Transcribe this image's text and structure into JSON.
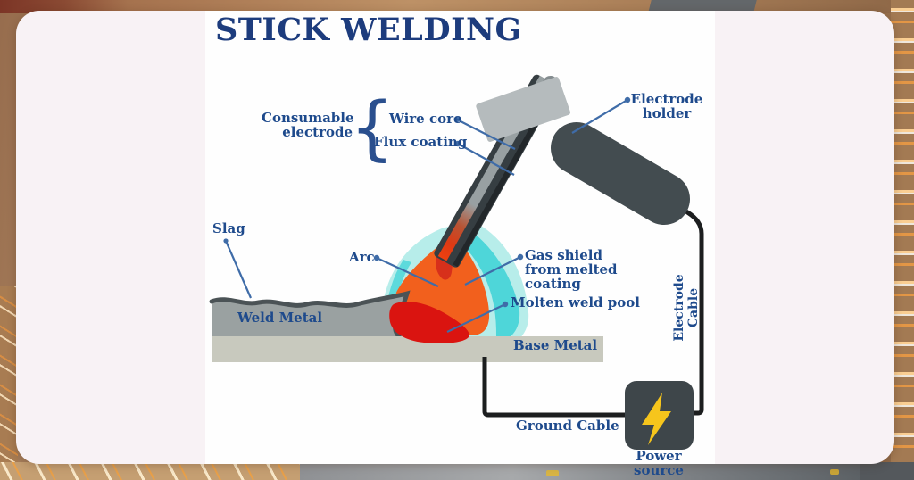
{
  "title": "STICK WELDING",
  "labels": {
    "consumable_electrode": "Consumable electrode",
    "brace": "{",
    "wire_core": "Wire core",
    "flux_coating": "Flux coating",
    "electrode_holder": "Electrode holder",
    "slag": "Slag",
    "arc": "Arc",
    "gas_shield": "Gas shield from melted coating",
    "molten_weld_pool": "Molten weld pool",
    "weld_metal": "Weld Metal",
    "base_metal": "Base Metal",
    "electrode_cable": "Electrode Cable",
    "ground_cable": "Ground Cable",
    "power_source": "Power source"
  },
  "colors": {
    "title_navy": "#1d3c7d",
    "label_navy": "#1e4a8c",
    "leader_blue": "#3f6ca8",
    "arc_orange": "#f2601d",
    "molten_red": "#da1410",
    "gas_shield_cyan": "#b7edea",
    "gas_shield_deep_cyan": "#4ed6d9",
    "weld_metal_gray": "#9aa1a1",
    "base_metal_gray": "#c8c9be",
    "slag_dark": "#4b5356",
    "equipment_dark": "#3e464a",
    "bolt_yellow": "#f6c51c",
    "cable_black": "#1c1e1f",
    "card_white": "#f8f2f5"
  }
}
